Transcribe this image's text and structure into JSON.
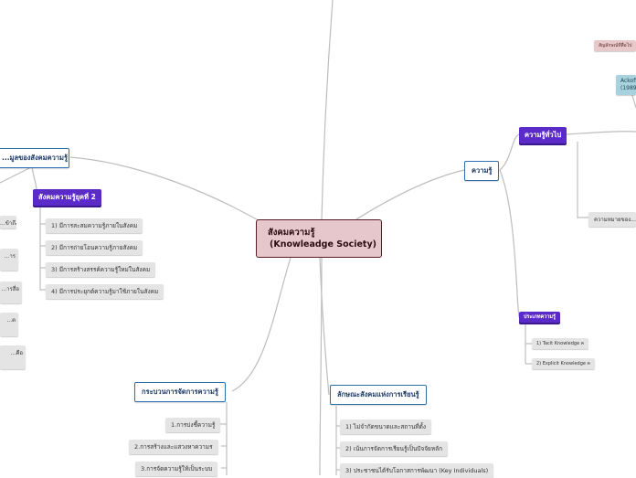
{
  "central": {
    "line1": "สังคมความรู้",
    "line2": "(Knowleadge Society)"
  },
  "topics": {
    "left_top": "...มูลของสังคมความรู้",
    "knowledge": "ความรู้",
    "process": "กระบวนการจัดการความรู้",
    "characteristics": "ลักษณะสังคมแห่งการเรียนรู้"
  },
  "subtopics": {
    "society2": "สังคมความรู้ยุคที่ 2",
    "general": "ความรู้ทั่วไป",
    "types": "ประเภทความรู้"
  },
  "society2_items": [
    "1) มีการสะสมความรู้ภายในสังคม",
    "2) มีการถ่ายโอนความรู้ภายสังคม",
    "3) มีการสร้างสรรค์ความรู้ใหม่ในสังคม",
    "4) มีการประยุกต์ความรู้มาใช้ภายในสังคม"
  ],
  "left_partials": [
    "...ข้าถึง",
    "...าร",
    "...ารสื่อ",
    "...ต",
    "...คือ"
  ],
  "general_items": {
    "pink": "สัญลักษณ์ที่สื่อไป",
    "blue_line1": "Ackoff",
    "blue_line2": "(1989",
    "meaning": "ความหมายของ..."
  },
  "types_items": [
    "1) Tacit Knowledge ค",
    "2) Explicit Knowledge ค"
  ],
  "process_items": [
    "1.การบ่งชี้ความรู้",
    "2.การสร้างและแสวงหาความร",
    "3.การจัดความรู้ให้เป็นระบบ"
  ],
  "characteristics_items": [
    "1) ไม่จำกัดขนาดและสถานที่ตั้ง",
    "2) เน้นการจัดการเรียนรู้เป็นปัจจัยหลัก",
    "3) ประชาชนได้รับโอกาสการพัฒนา (Key Individuals)"
  ],
  "colors": {
    "central_fill": "#e6c8cc",
    "central_border": "#5a1b26",
    "topic_border": "#2d6fb0",
    "subtopic_fill": "#5a2bc8",
    "leaf_fill": "#e4e4e4",
    "connector": "#b8b8b8"
  }
}
